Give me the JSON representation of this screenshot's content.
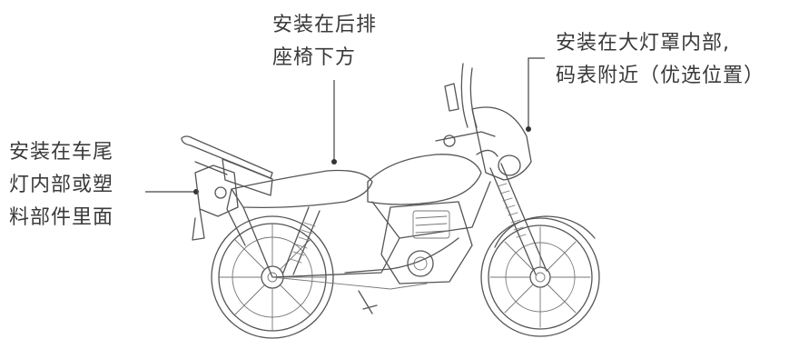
{
  "labels": {
    "under_seat": [
      "安装在后排",
      "座椅下方"
    ],
    "headlight": [
      "安装在大灯罩内部,",
      "码表附近（优选位置）"
    ],
    "tail": [
      "安装在车尾",
      "灯内部或塑",
      "料部件里面"
    ]
  },
  "colors": {
    "line": "#555555",
    "text": "#3a3a3a",
    "background": "#ffffff"
  }
}
